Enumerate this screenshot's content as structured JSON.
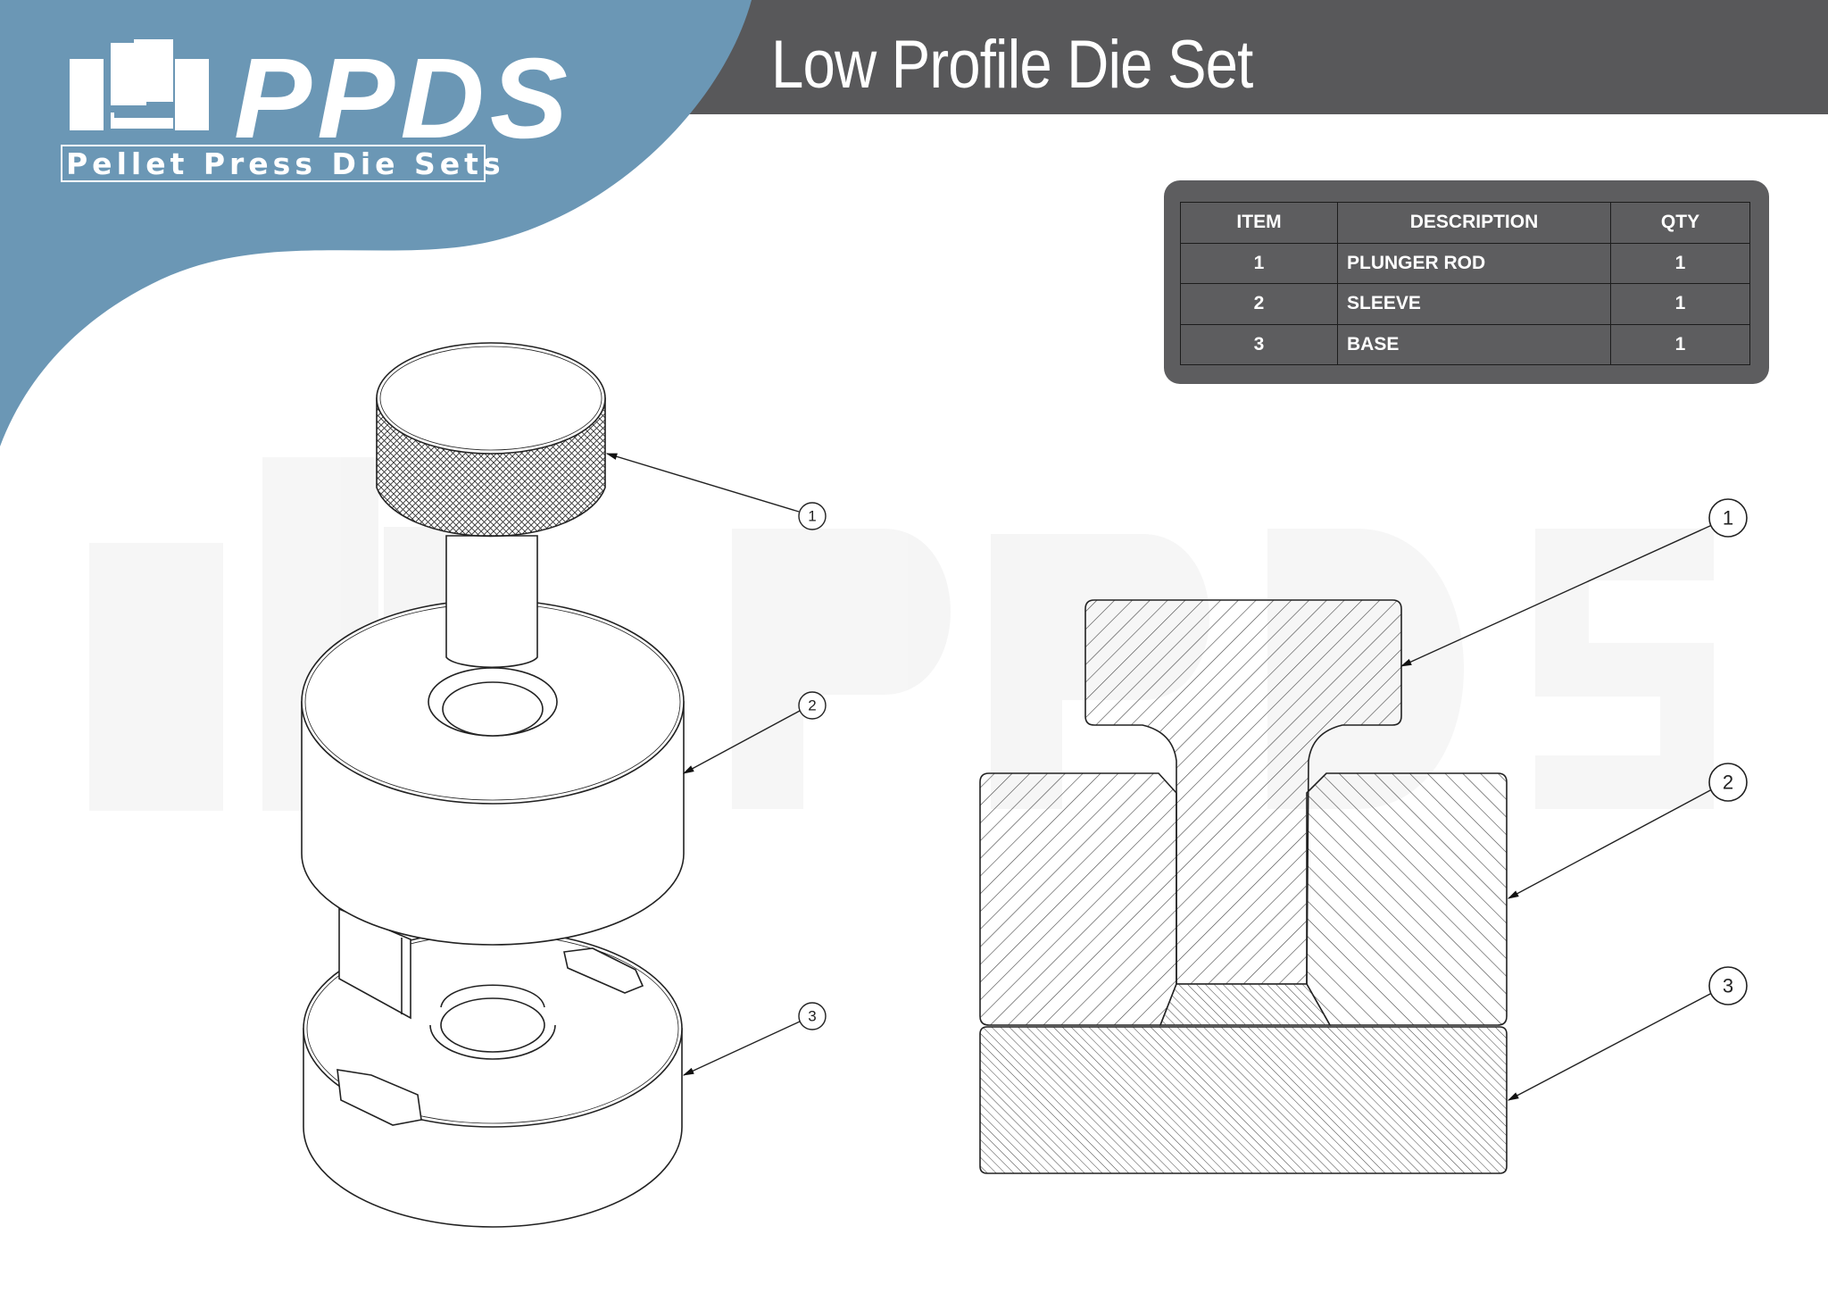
{
  "header": {
    "title": "Low Profile Die Set",
    "accent_color": "#6b97b5",
    "bar_color": "#58585a"
  },
  "logo": {
    "wordmark": "PPDS",
    "tagline": "Pellet Press Die Sets"
  },
  "watermark": {
    "text": "PPDS"
  },
  "bom": {
    "headers": [
      "ITEM",
      "DESCRIPTION",
      "QTY"
    ],
    "rows": [
      {
        "item": "1",
        "description": "PLUNGER ROD",
        "qty": "1"
      },
      {
        "item": "2",
        "description": "SLEEVE",
        "qty": "1"
      },
      {
        "item": "3",
        "description": "BASE",
        "qty": "1"
      }
    ]
  },
  "exploded_view": {
    "balloons": [
      {
        "label": "1",
        "part": "plunger rod"
      },
      {
        "label": "2",
        "part": "sleeve"
      },
      {
        "label": "3",
        "part": "base"
      }
    ]
  },
  "section_view": {
    "balloons": [
      {
        "label": "1",
        "part": "plunger rod"
      },
      {
        "label": "2",
        "part": "sleeve"
      },
      {
        "label": "3",
        "part": "base"
      }
    ]
  }
}
